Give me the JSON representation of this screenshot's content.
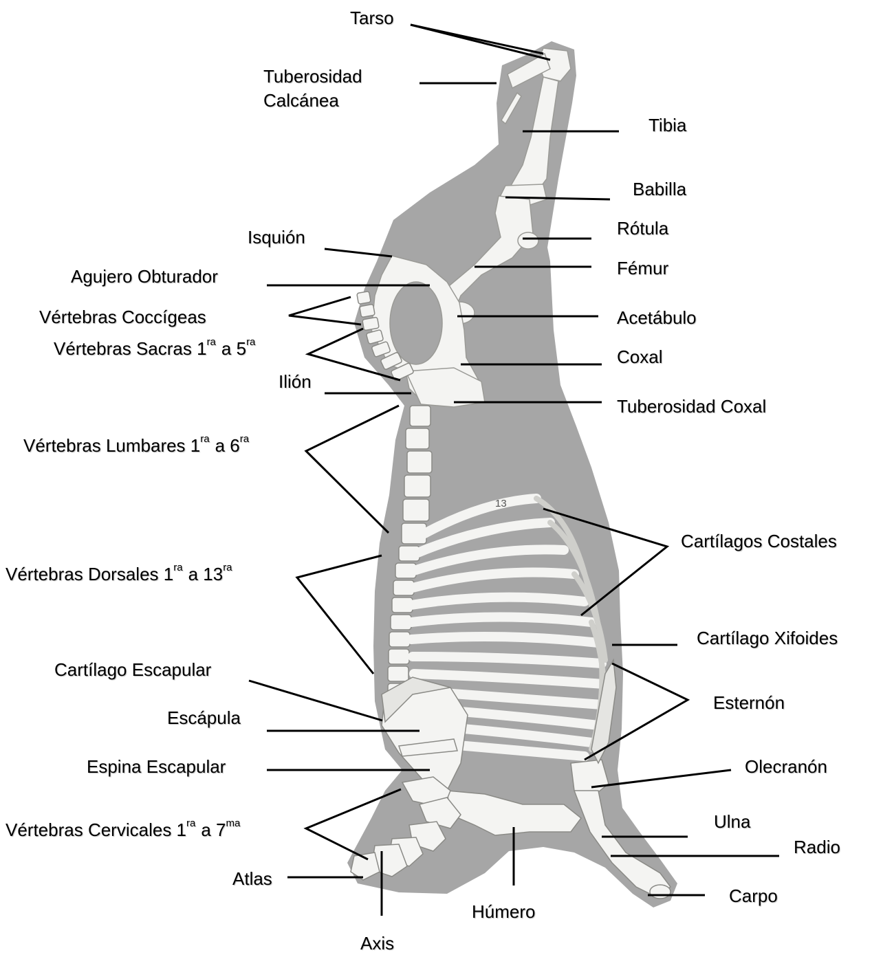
{
  "labels": {
    "tarso": "Tarso",
    "tuberosidad_calcanea_1": "Tuberosidad",
    "tuberosidad_calcanea_2": "Calcánea",
    "tibia": "Tibia",
    "babilla": "Babilla",
    "rotula": "Rótula",
    "isquion": "Isquión",
    "femur": "Fémur",
    "agujero_obturador": "Agujero Obturador",
    "vertebras_coccigeas": "Vértebras Coccígeas",
    "acetabulo": "Acetábulo",
    "vertebras_sacras": {
      "text": "Vértebras Sacras 1",
      "sup1": "ra",
      "mid": "a 5",
      "sup2": "ra"
    },
    "coxal": "Coxal",
    "ilion": "Ilión",
    "tuberosidad_coxal": "Tuberosidad Coxal",
    "vertebras_lumbares": {
      "text": "Vértebras Lumbares 1",
      "sup1": "ra",
      "mid": "a 6",
      "sup2": "ra"
    },
    "cartilagos_costales": "Cartílagos Costales",
    "vertebras_dorsales": {
      "text": "Vértebras Dorsales 1",
      "sup1": "ra",
      "mid": "a 13",
      "sup2": "ra"
    },
    "cartilago_xifoides": "Cartílago Xifoides",
    "cartilago_escapular": "Cartílago Escapular",
    "esternon": "Esternón",
    "escapula": "Escápula",
    "espina_escapular": "Espina Escapular",
    "olecranon": "Olecranón",
    "vertebras_cervicales": {
      "text": "Vértebras Cervicales 1",
      "sup1": "ra",
      "mid": "a 7",
      "sup2": "ma"
    },
    "ulna": "Ulna",
    "radio": "Radio",
    "atlas": "Atlas",
    "carpo": "Carpo",
    "humero": "Húmero",
    "axis": "Axis"
  },
  "rib_number": "13",
  "colors": {
    "carcass": "#a6a6a6",
    "bone": "#f4f4f2",
    "bone_shade": "#cfcfcb",
    "line": "#000000"
  }
}
